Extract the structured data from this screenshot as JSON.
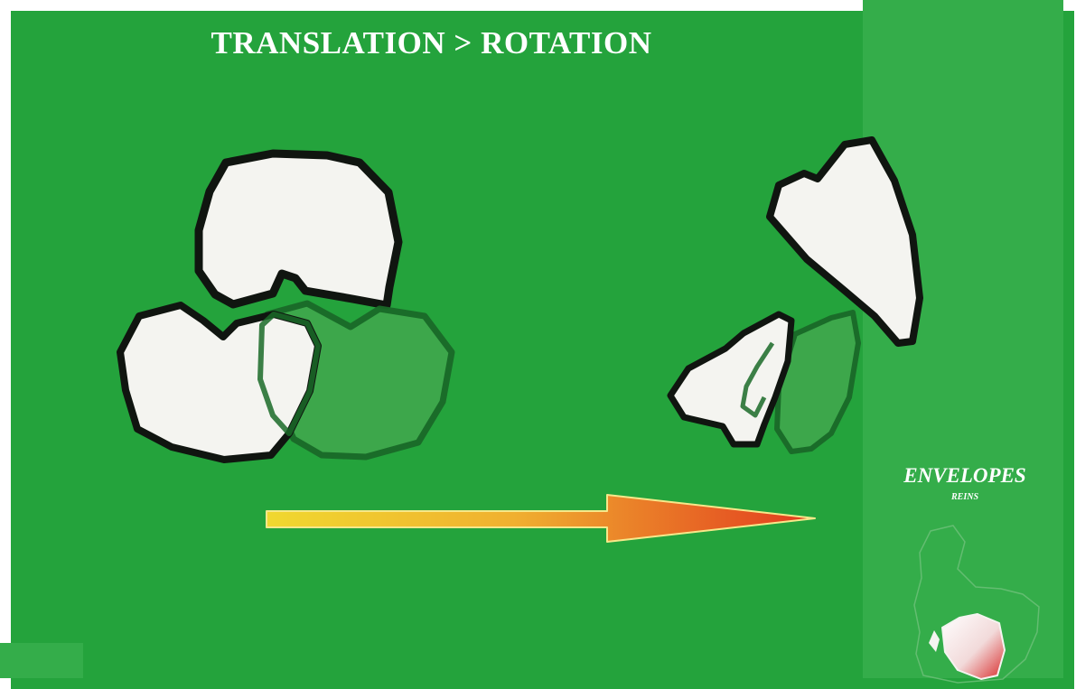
{
  "diagram": {
    "title": "TRANSLATION > ROTATION",
    "inset": {
      "title": "ENVELOPES",
      "subtitle": "REINS"
    }
  },
  "colors": {
    "background": "#24a33c",
    "panel": "#34ad4a",
    "bone": "#f4f4f0",
    "outline": "#101510",
    "ghost": "#3fa84c",
    "arrow_start": "#f0d830",
    "arrow_end": "#e23a1e"
  }
}
